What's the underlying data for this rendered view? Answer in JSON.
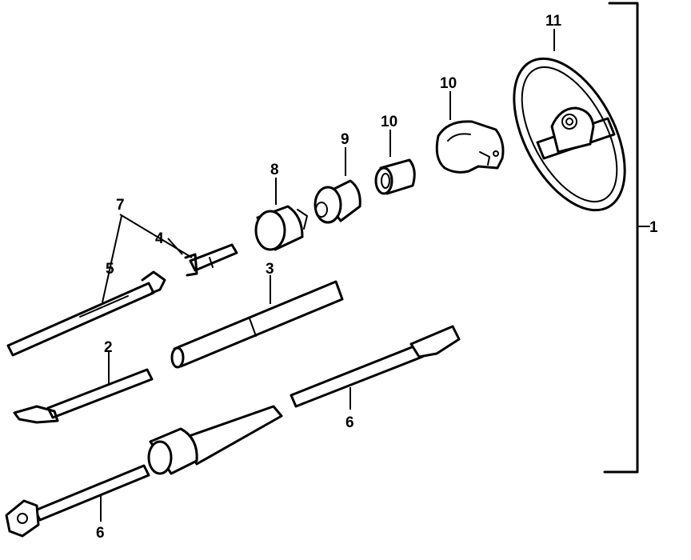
{
  "callouts": {
    "c1": "1",
    "c2": "2",
    "c3": "3",
    "c4": "4",
    "c5": "5",
    "c6a": "6",
    "c6b": "6",
    "c7": "7",
    "c8": "8",
    "c9": "9",
    "c10a": "10",
    "c10b": "10",
    "c11": "11"
  },
  "colors": {
    "ink": "#000000",
    "paper": "#ffffff"
  }
}
